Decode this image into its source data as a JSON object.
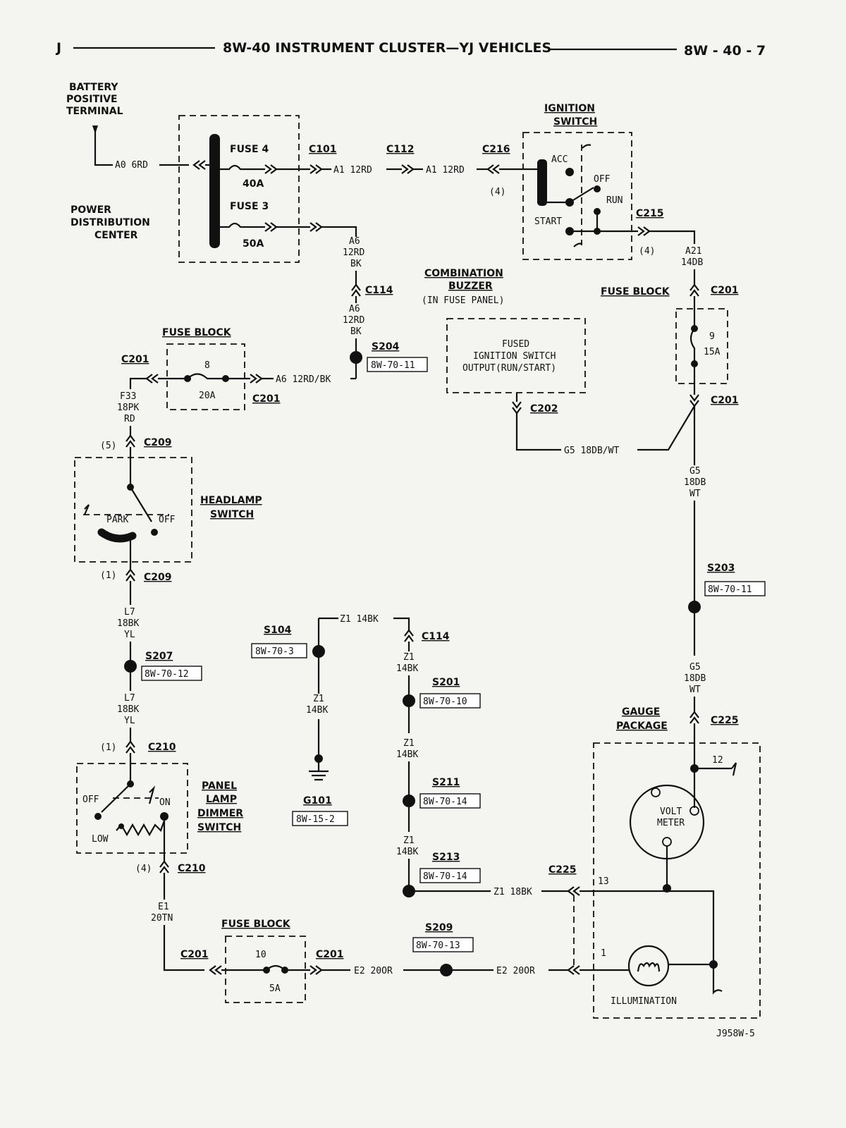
{
  "header": {
    "left": "J",
    "title": "8W-40 INSTRUMENT CLUSTER—YJ VEHICLES",
    "right": "8W - 40 - 7"
  },
  "figure_id": "J958W-5",
  "components": {
    "battery": [
      "BATTERY",
      "POSITIVE",
      "TERMINAL"
    ],
    "pdc": [
      "POWER",
      "DISTRIBUTION",
      "CENTER"
    ],
    "fuse4": [
      "FUSE 4",
      "40A"
    ],
    "fuse3": [
      "FUSE 3",
      "50A"
    ],
    "ignition": [
      "IGNITION",
      "SWITCH"
    ],
    "ign_acc": "ACC",
    "ign_off": "OFF",
    "ign_run": "RUN",
    "ign_start": "START",
    "buzzer": [
      "COMBINATION",
      "BUZZER"
    ],
    "buzzer_note": "(IN FUSE PANEL)",
    "buzzer_box": [
      "FUSED",
      "IGNITION SWITCH",
      "OUTPUT(RUN/START)"
    ],
    "fuse_block": "FUSE BLOCK",
    "fb8": [
      "8",
      "20A"
    ],
    "fb9": [
      "9",
      "15A"
    ],
    "fb10": [
      "10",
      "5A"
    ],
    "headlamp": [
      "HEADLAMP",
      "SWITCH"
    ],
    "park": "PARK",
    "off": "OFF",
    "dimmer": [
      "PANEL",
      "LAMP",
      "DIMMER",
      "SWITCH"
    ],
    "on": "ON",
    "low": "LOW",
    "gauge": [
      "GAUGE",
      "PACKAGE"
    ],
    "volt": [
      "VOLT",
      "METER"
    ],
    "illumination": "ILLUMINATION"
  },
  "connectors": {
    "c101": "C101",
    "c112": "C112",
    "c216": "C216",
    "c215": "C215",
    "c114": "C114",
    "c201": "C201",
    "c202": "C202",
    "c209": "C209",
    "c210": "C210",
    "c225": "C225",
    "p4": "(4)",
    "p5": "(5)",
    "p1": "(1)",
    "pin12": "12",
    "pin13": "13",
    "pin1": "1"
  },
  "splices": {
    "s204": [
      "S204",
      "8W-70-11"
    ],
    "s203": [
      "S203",
      "8W-70-11"
    ],
    "s207": [
      "S207",
      "8W-70-12"
    ],
    "s104": [
      "S104",
      "8W-70-3"
    ],
    "s201": [
      "S201",
      "8W-70-10"
    ],
    "s211": [
      "S211",
      "8W-70-14"
    ],
    "s213": [
      "S213",
      "8W-70-14"
    ],
    "s209": [
      "S209",
      "8W-70-13"
    ],
    "g101": [
      "G101",
      "8W-15-2"
    ]
  },
  "wires": {
    "a0": "A0 6RD",
    "a1": "A1 12RD",
    "a6": [
      "A6",
      "12RD",
      "BK"
    ],
    "a6h": "A6 12RD/BK",
    "a21": [
      "A21",
      "14DB"
    ],
    "f33": [
      "F33",
      "18PK",
      "RD"
    ],
    "g5h": "G5 18DB/WT",
    "g5": [
      "G5",
      "18DB",
      "WT"
    ],
    "l7": [
      "L7",
      "18BK",
      "YL"
    ],
    "z1h": "Z1 14BK",
    "z1": [
      "Z1",
      "14BK"
    ],
    "z1_18": "Z1 18BK",
    "e1": [
      "E1",
      "20TN"
    ],
    "e2": "E2 20OR"
  }
}
